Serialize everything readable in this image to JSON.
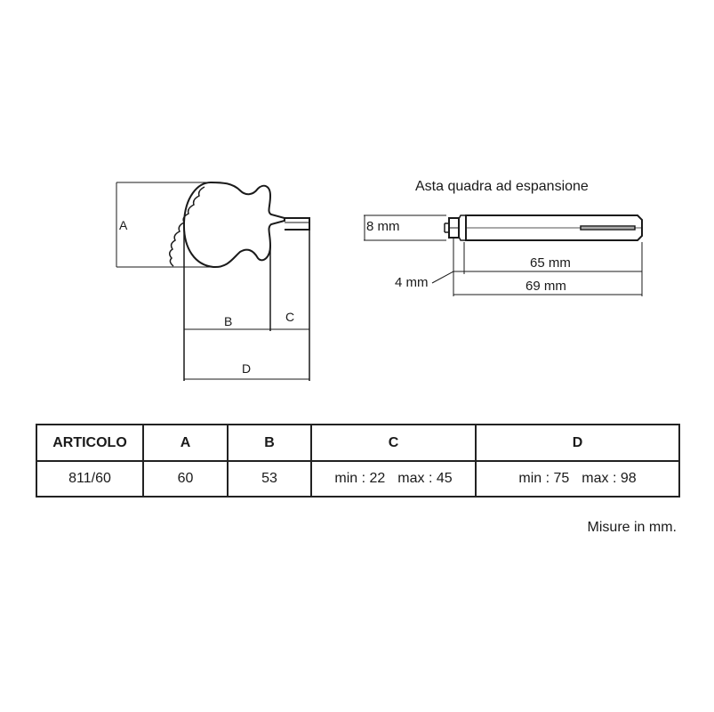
{
  "knob_drawing": {
    "label_a": "A",
    "label_b": "B",
    "label_c": "C",
    "label_d": "D"
  },
  "rod_drawing": {
    "title": "Asta quadra ad espansione",
    "dim_height": "8 mm",
    "dim_nut": "4 mm",
    "dim_inner_length": "65 mm",
    "dim_total_length": "69 mm"
  },
  "table": {
    "headers": [
      "ARTICOLO",
      "A",
      "B",
      "C",
      "D"
    ],
    "row": {
      "articolo": "811/60",
      "a": "60",
      "b": "53",
      "c_min": "min : 22",
      "c_max": "max : 45",
      "d_min": "min : 75",
      "d_max": "max : 98"
    }
  },
  "note": "Misure in mm."
}
